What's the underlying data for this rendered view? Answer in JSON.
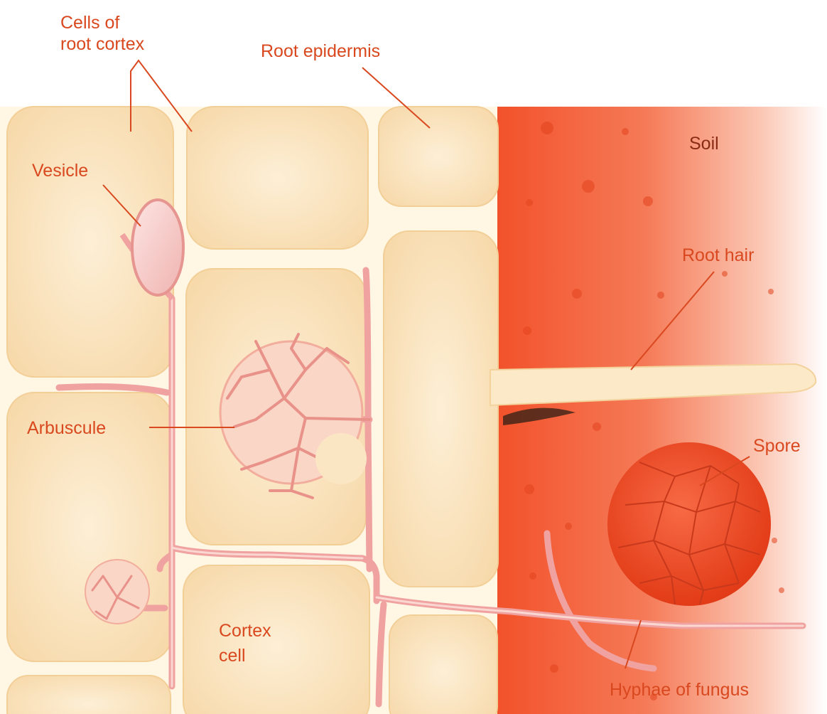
{
  "labels": {
    "cells_of_root_cortex": [
      "Cells of",
      "root cortex"
    ],
    "root_epidermis": "Root epidermis",
    "soil": "Soil",
    "vesicle": "Vesicle",
    "root_hair": "Root hair",
    "arbuscule": "Arbuscule",
    "spore": "Spore",
    "cortex_cell": [
      "Cortex",
      "cell"
    ],
    "hyphae_of_fungus": "Hyphae of fungus"
  },
  "colors": {
    "label_text": "#d9481f",
    "leader_line": "#d9481f",
    "cell_fill": "#fbe6c4",
    "cell_wall": "#fff7e6",
    "soil": "#f4623a",
    "hypha": "#f0a2a0",
    "spore": "#f04a24"
  }
}
